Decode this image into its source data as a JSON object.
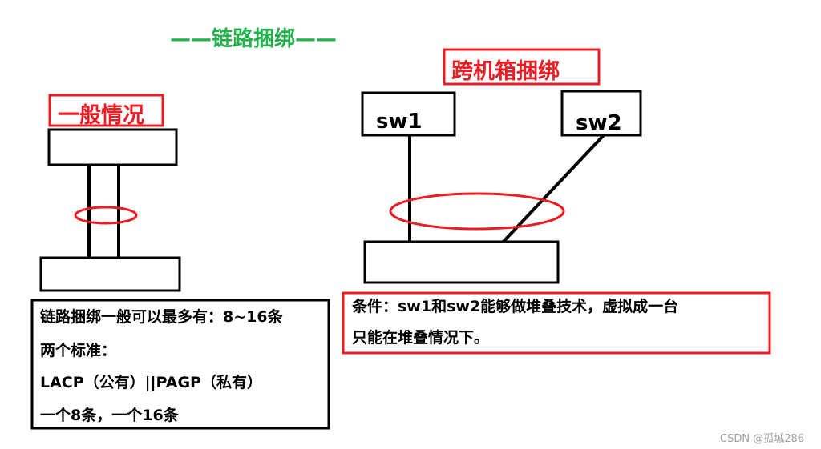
{
  "title": "——链路捆绑——",
  "left": {
    "label": "一般情况",
    "note_lines": [
      "链路捆绑一般可以最多有：8~16条",
      "两个标准：",
      "LACP（公有）||PAGP（私有）",
      "一个8条，一个16条"
    ]
  },
  "right": {
    "label": "跨机箱捆绑",
    "switch_1": "sw1",
    "switch_2": "sw2",
    "note_lines": [
      "条件：sw1和sw2能够做堆叠技术，虚拟成一台",
      "只能在堆叠情况下。"
    ]
  },
  "watermark": "CSDN @孤城286",
  "colors": {
    "heading": "#22b14c",
    "highlight": "#ed1c24",
    "line": "#000000"
  }
}
